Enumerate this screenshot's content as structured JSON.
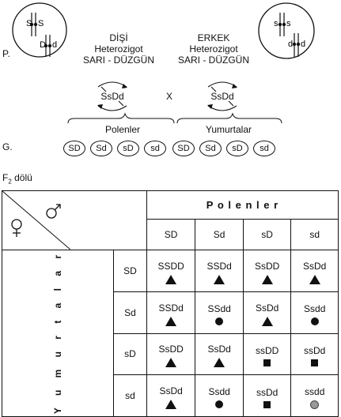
{
  "parents": {
    "p_label": "P.",
    "x_sign": "X",
    "female": {
      "title": "DİŞİ",
      "zygosity": "Heterozigot",
      "phenotype": "SARI - DÜZGÜN",
      "genotype": "SsDd",
      "chromosome_labels": [
        "S",
        "S",
        "D",
        "d"
      ]
    },
    "male": {
      "title": "ERKEK",
      "zygosity": "Heterozigot",
      "phenotype": "SARI - DÜZGÜN",
      "genotype": "SsDd",
      "chromosome_labels": [
        "s",
        "s",
        "d",
        "d"
      ]
    }
  },
  "gametes": {
    "g_label": "G.",
    "pollen_label": "Polenler",
    "egg_label": "Yumurtalar",
    "pollen": [
      "SD",
      "Sd",
      "sD",
      "sd"
    ],
    "eggs": [
      "SD",
      "Sd",
      "sD",
      "sd"
    ]
  },
  "f2": {
    "label_main": "F",
    "label_sub": "2",
    "label_rest": " dölü",
    "col_header": "P o l e n l e r",
    "row_header": "Y u m u r t a l a r",
    "columns": [
      "SD",
      "Sd",
      "sD",
      "sd"
    ],
    "rows": [
      {
        "egg": "SD",
        "cells": [
          {
            "g": "SSDD",
            "s": "triangle"
          },
          {
            "g": "SSDd",
            "s": "triangle"
          },
          {
            "g": "SsDD",
            "s": "triangle"
          },
          {
            "g": "SsDd",
            "s": "triangle"
          }
        ]
      },
      {
        "egg": "Sd",
        "cells": [
          {
            "g": "SSDd",
            "s": "triangle"
          },
          {
            "g": "SSdd",
            "s": "dot"
          },
          {
            "g": "SsDd",
            "s": "triangle"
          },
          {
            "g": "Ssdd",
            "s": "dot"
          }
        ]
      },
      {
        "egg": "sD",
        "cells": [
          {
            "g": "SsDD",
            "s": "triangle"
          },
          {
            "g": "SsDd",
            "s": "triangle"
          },
          {
            "g": "ssDD",
            "s": "square"
          },
          {
            "g": "ssDd",
            "s": "square"
          }
        ]
      },
      {
        "egg": "sd",
        "cells": [
          {
            "g": "SsDd",
            "s": "triangle"
          },
          {
            "g": "Ssdd",
            "s": "dot"
          },
          {
            "g": "ssDd",
            "s": "square"
          },
          {
            "g": "ssdd",
            "s": "grey-dot"
          }
        ]
      }
    ]
  }
}
